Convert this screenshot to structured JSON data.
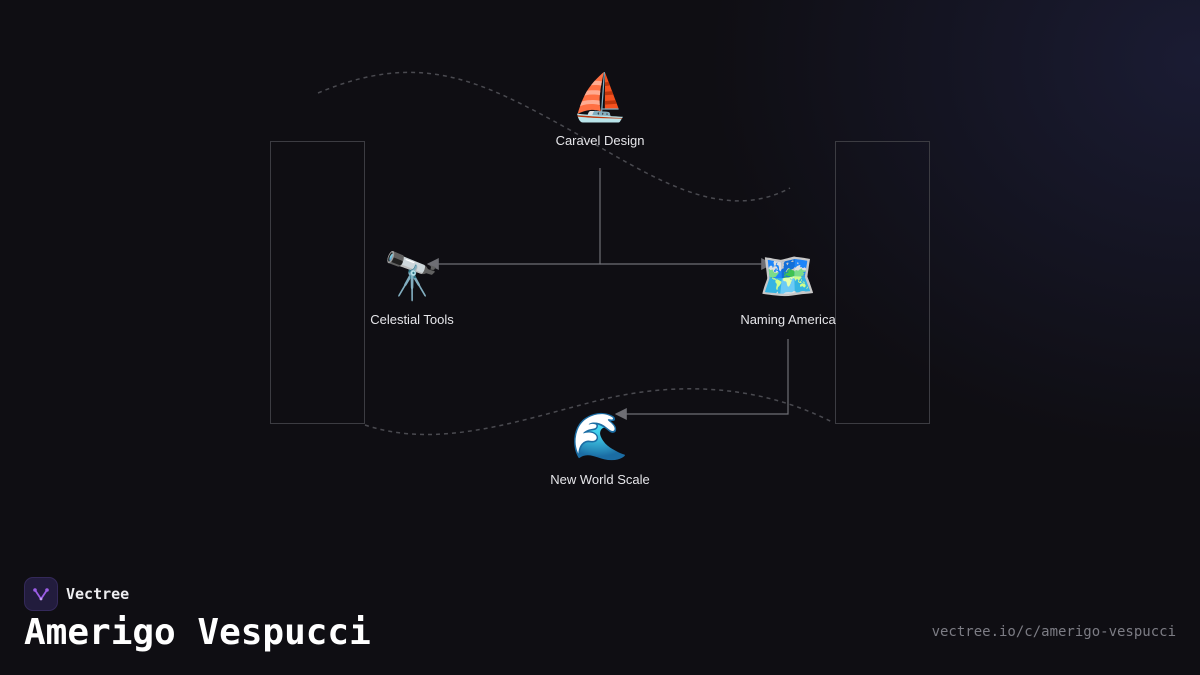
{
  "brand": {
    "name": "Vectree",
    "logo_icon": "vectree-logo-icon",
    "accent": "#9b5de5"
  },
  "title": "Amerigo Vespucci",
  "url": "vectree.io/c/amerigo-vespucci",
  "diagram": {
    "nodes": [
      {
        "id": "caravel",
        "label": "Caravel Design",
        "emoji": "⛵",
        "icon": "sailboat-icon"
      },
      {
        "id": "celestial",
        "label": "Celestial Tools",
        "emoji": "🔭",
        "icon": "telescope-icon"
      },
      {
        "id": "naming",
        "label": "Naming America",
        "emoji": "🗺️",
        "icon": "world-map-icon"
      },
      {
        "id": "newworld",
        "label": "New World Scale",
        "emoji": "🌊",
        "icon": "wave-icon"
      }
    ],
    "edges": [
      {
        "from": "caravel",
        "to": "celestial"
      },
      {
        "from": "caravel",
        "to": "naming"
      },
      {
        "from": "naming",
        "to": "newworld"
      }
    ],
    "colors": {
      "background": "#0f0e13",
      "connector": "#7a7a80",
      "dashed_curve": "#4a4a50",
      "frame": "#3c3c42",
      "text": "#e6e6ea"
    }
  }
}
